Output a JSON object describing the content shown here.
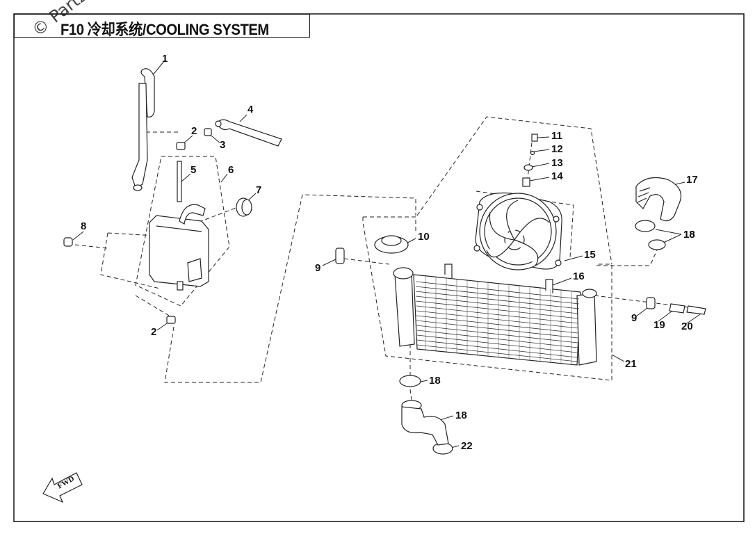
{
  "diagram": {
    "title": "F10  冷却系统/COOLING SYSTEM",
    "watermark": "© Partzilla.com",
    "fwd_label": "FWD",
    "callouts": [
      "1",
      "2",
      "3",
      "4",
      "5",
      "6",
      "7",
      "8",
      "2",
      "9",
      "10",
      "11",
      "12",
      "13",
      "14",
      "15",
      "16",
      "17",
      "18",
      "18",
      "9",
      "19",
      "20",
      "21",
      "18",
      "22",
      "18"
    ]
  }
}
